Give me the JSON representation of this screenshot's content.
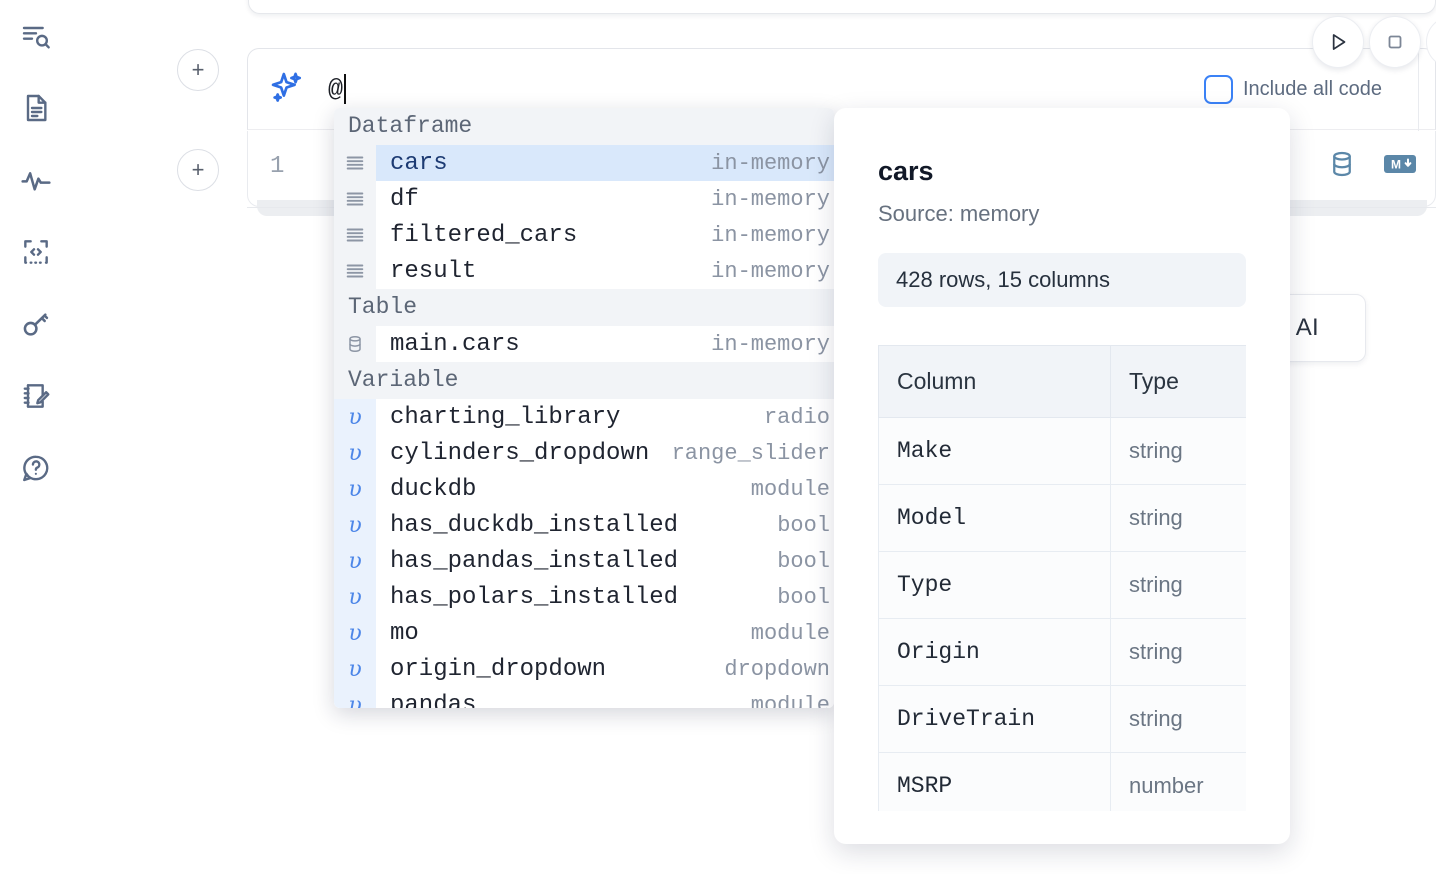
{
  "rail": {
    "items": [
      {
        "name": "explore-search-icon",
        "label": "Explore"
      },
      {
        "name": "document-icon",
        "label": "Notebook"
      },
      {
        "name": "activity-icon",
        "label": "Activity"
      },
      {
        "name": "code-snippet-icon",
        "label": "Snippets"
      },
      {
        "name": "key-icon",
        "label": "Secrets"
      },
      {
        "name": "notes-edit-icon",
        "label": "Scratchpad"
      },
      {
        "name": "help-chat-icon",
        "label": "Help"
      }
    ]
  },
  "toolbar": {
    "add_cell_label": "+",
    "run_label": "Run",
    "stop_label": "Stop",
    "include_all_code_label": "Include all code",
    "include_all_code_checked": false,
    "database_icon": "database-icon",
    "markdown_icon": "markdown-icon",
    "ai_pill_label": "AI"
  },
  "prompt": {
    "value": "@",
    "icon": "sparkle-ai-icon"
  },
  "cell": {
    "line_number": "1"
  },
  "autocomplete": {
    "groups": [
      {
        "title": "Dataframe",
        "icon": "dataframe-icon",
        "items": [
          {
            "name": "cars",
            "type": "in-memory",
            "selected": true
          },
          {
            "name": "df",
            "type": "in-memory",
            "selected": false
          },
          {
            "name": "filtered_cars",
            "type": "in-memory",
            "selected": false
          },
          {
            "name": "result",
            "type": "in-memory",
            "selected": false
          }
        ]
      },
      {
        "title": "Table",
        "icon": "table-database-icon",
        "items": [
          {
            "name": "main.cars",
            "type": "in-memory",
            "selected": false
          }
        ]
      },
      {
        "title": "Variable",
        "icon": "variable-icon",
        "items": [
          {
            "name": "charting_library",
            "type": "radio",
            "selected": false
          },
          {
            "name": "cylinders_dropdown",
            "type": "range_slider",
            "selected": false
          },
          {
            "name": "duckdb",
            "type": "module",
            "selected": false
          },
          {
            "name": "has_duckdb_installed",
            "type": "bool",
            "selected": false
          },
          {
            "name": "has_pandas_installed",
            "type": "bool",
            "selected": false
          },
          {
            "name": "has_polars_installed",
            "type": "bool",
            "selected": false
          },
          {
            "name": "mo",
            "type": "module",
            "selected": false
          },
          {
            "name": "origin_dropdown",
            "type": "dropdown",
            "selected": false
          },
          {
            "name": "pandas",
            "type": "module",
            "selected": false
          }
        ]
      }
    ]
  },
  "info_panel": {
    "title": "cars",
    "source": "Source: memory",
    "shape": "428 rows, 15 columns",
    "columns_header": "Column",
    "type_header": "Type",
    "rows": [
      {
        "column": "Make",
        "type": "string"
      },
      {
        "column": "Model",
        "type": "string"
      },
      {
        "column": "Type",
        "type": "string"
      },
      {
        "column": "Origin",
        "type": "string"
      },
      {
        "column": "DriveTrain",
        "type": "string"
      },
      {
        "column": "MSRP",
        "type": "number"
      }
    ]
  },
  "colors": {
    "accent": "#3b82f6",
    "selection": "#d9e8fb",
    "gutter": "#f2f4f7",
    "icon": "#5a6a85",
    "db_icon": "#5b87a8"
  }
}
